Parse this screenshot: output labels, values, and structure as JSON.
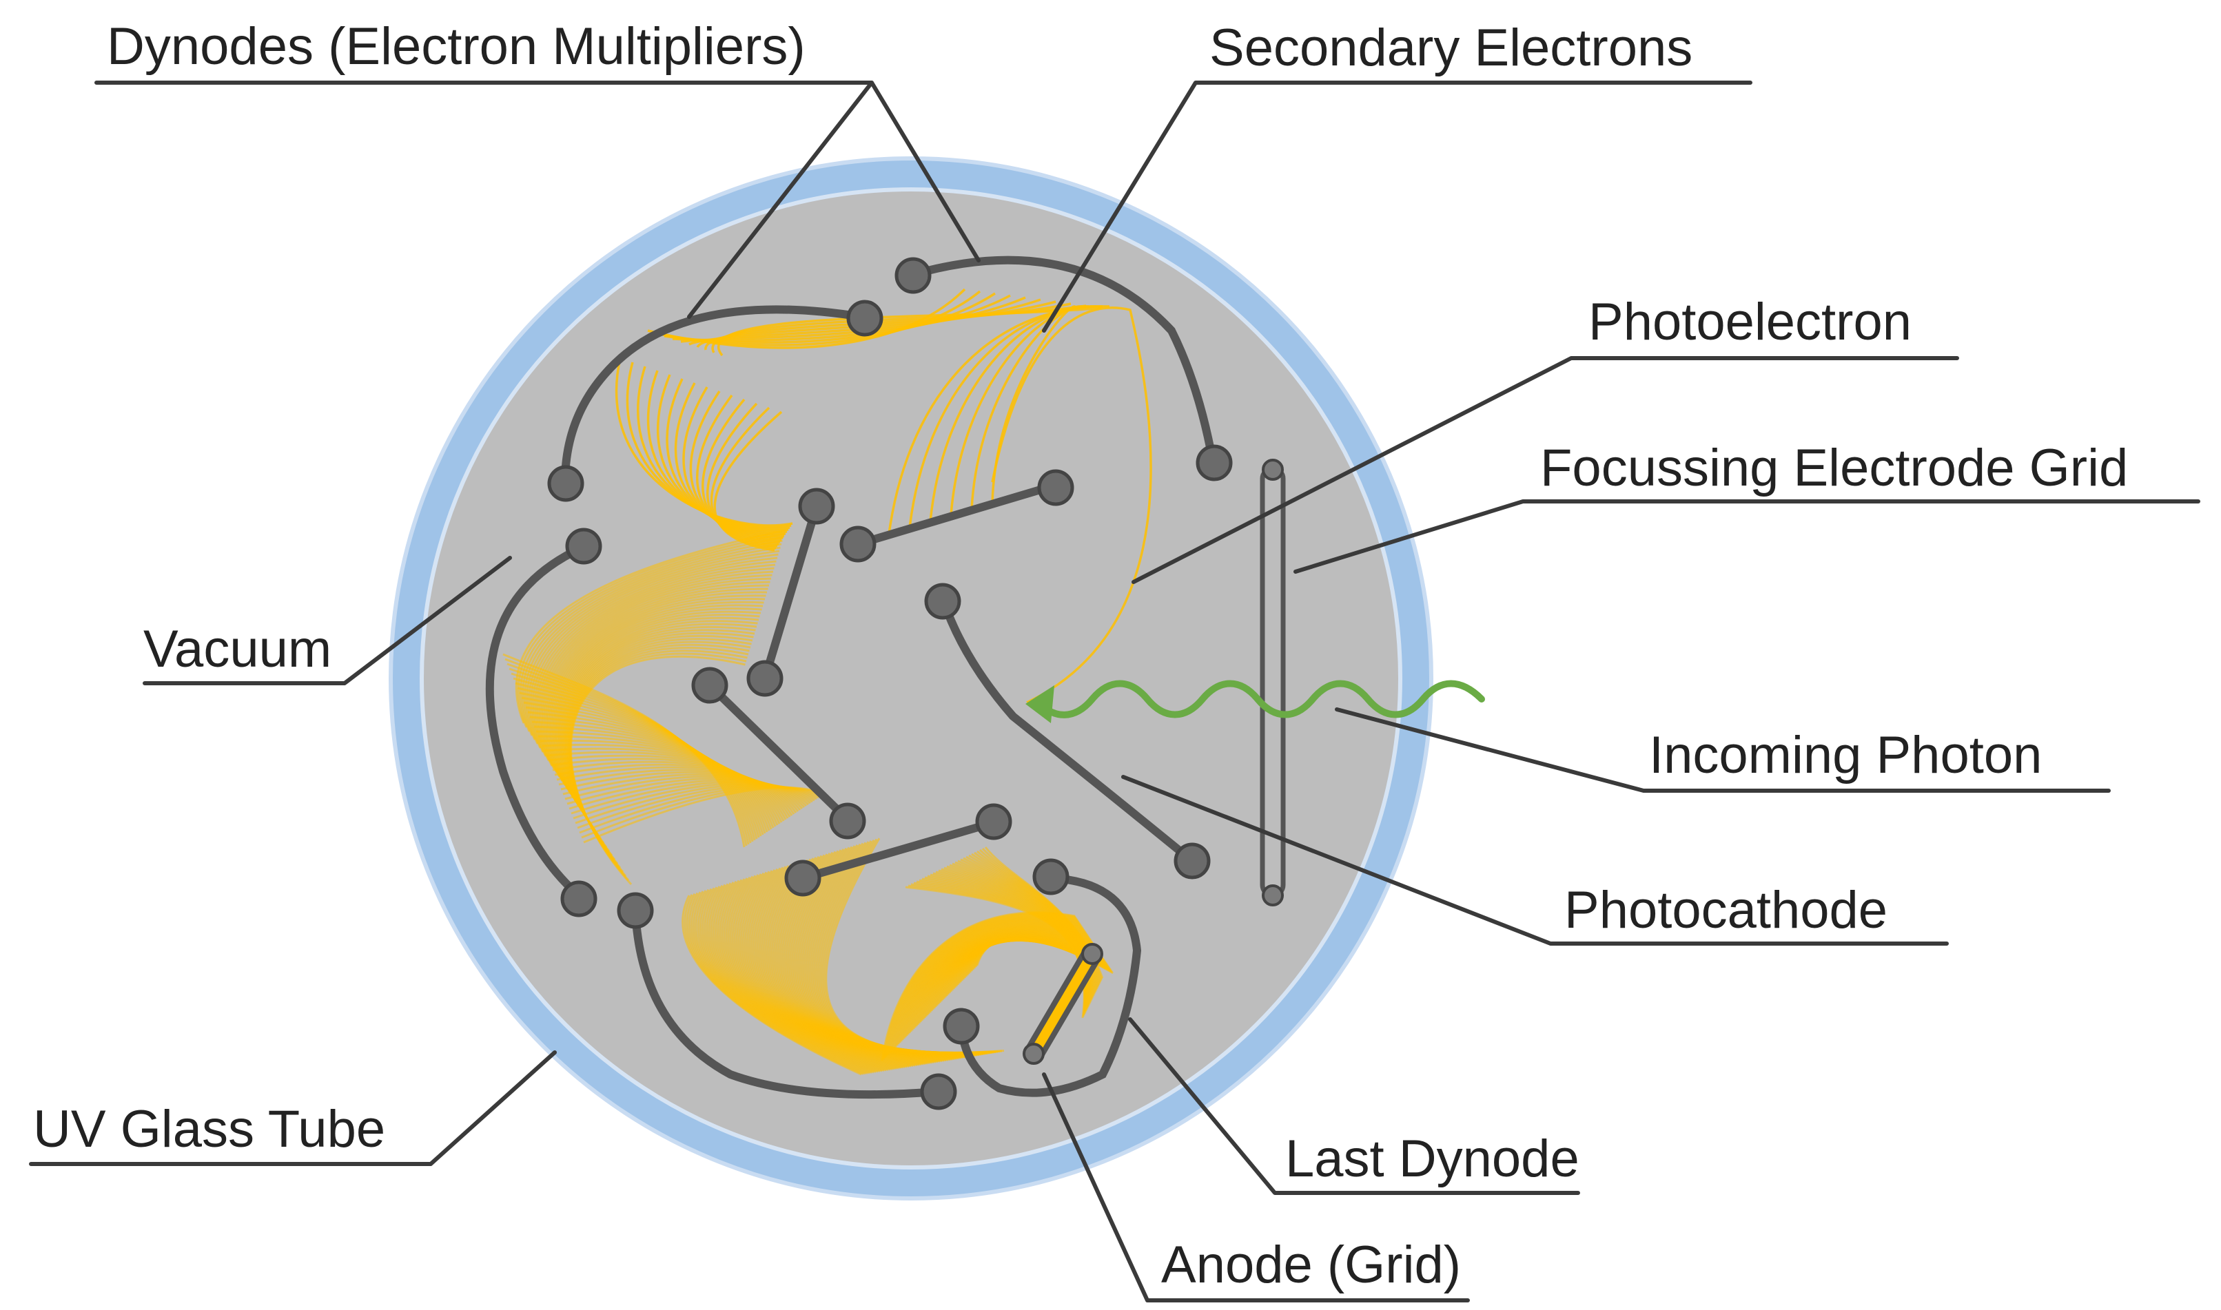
{
  "diagram": {
    "labels": {
      "dynodes": "Dynodes (Electron Multipliers)",
      "secondary_electrons": "Secondary Electrons",
      "photoelectron": "Photoelectron",
      "focussing_grid": "Focussing Electrode Grid",
      "vacuum": "Vacuum",
      "incoming_photon": "Incoming Photon",
      "photocathode": "Photocathode",
      "uv_glass_tube": "UV Glass Tube",
      "last_dynode": "Last Dynode",
      "anode": "Anode (Grid)"
    },
    "colors": {
      "glass_tube": "#9fc3e8",
      "glass_inner_edge": "#c9dcf2",
      "vacuum_fill": "#bdbdbd",
      "electron_paths": "#ffc000",
      "photon": "#6aab45",
      "electrodes": "#555555"
    }
  }
}
